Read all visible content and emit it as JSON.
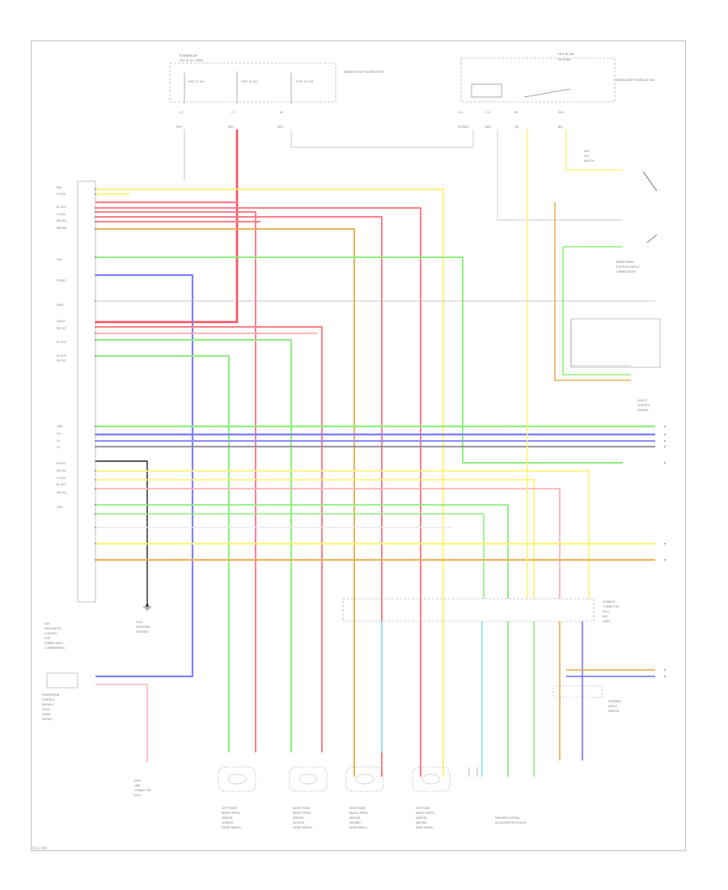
{
  "diagram": {
    "footer_code": "R/E 2006",
    "top_left_box": {
      "header": "FUSE/RELAY",
      "sub": "HOT AT ALL TIMES",
      "fuses": [
        "FUSE 31 10A",
        "FUSE 12 15A",
        "FUSE 13 7.5A"
      ],
      "side_note": "UNDER-HOOD FUSE/RELAY BOX",
      "pins": [
        "C3",
        "C1",
        "B3"
      ],
      "wires": [
        "WHT",
        "RED",
        "WHT"
      ]
    },
    "top_right_box": {
      "header": "HOT IN ON",
      "sub": "OR START",
      "note": "UNDER-DASH FUSE/RELAY BOX",
      "pins": [
        "C12",
        "C11",
        "B3",
        "D28"
      ],
      "wires": [
        "YEL/RED",
        "BRN",
        "YEL",
        "BLK"
      ]
    },
    "ecm_pins": [
      "IMA",
      "FL-VSS",
      "RL-VSS",
      "FL-VSS",
      "RR-VSS",
      "BRKSW",
      "VSA",
      "STARTS",
      "CAN-L",
      "CAN-H",
      "RR-OUT",
      "RL-OUT",
      "FL-OUT",
      "FR-OUT",
      "GND",
      "IG1",
      "LG",
      "LG",
      "FR-VSS",
      "RR-VSS",
      "FL-VSS",
      "RL-VSS",
      "MR-VSS",
      "GND"
    ],
    "ecm_label": [
      "VSA",
      "MODULATOR-",
      "CONTROL",
      "UNIT",
      "(UNDER-DASH",
      "COMPARTMENT)"
    ],
    "ground_label": [
      "G101",
      "(EXTERNAL",
      "GROUND)"
    ],
    "rear_module": [
      "POWERTRAIN",
      "CONTROL",
      "MODULE",
      "(PCM)",
      "(REAR-",
      "FACING)"
    ],
    "data_link": [
      "DATA",
      "LINK",
      "CONNECTOR",
      "(DLC)"
    ],
    "harness_connector": [
      "HARNESS",
      "CONNECTOR",
      "(DLC)",
      "BUS",
      "LINES"
    ],
    "brake_switch": [
      "BRAKE PEDAL",
      "POSITION SWITCH",
      "(UNDER-DASH)"
    ],
    "vsa_switch": [
      "VSA",
      "OFF",
      "SWITCH"
    ],
    "gauge_panel": [
      "GAUGE",
      "CONTROL",
      "MODULE"
    ],
    "sensors": [
      {
        "name": "LEFT FRONT WHEEL SPEED SENSOR",
        "lines": [
          "LEFT FRONT",
          "WHEEL SPEED",
          "SENSOR",
          "(ACROSS",
          "FRONT WHEEL)"
        ]
      },
      {
        "name": "RIGHT FRONT WHEEL SPEED SENSOR",
        "lines": [
          "RIGHT FRONT",
          "WHEEL SPEED",
          "SENSOR",
          "(ACROSS",
          "FRONT WHEEL)"
        ]
      },
      {
        "name": "RIGHT REAR WHEEL SPEED SENSOR",
        "lines": [
          "RIGHT REAR",
          "WHEEL SPEED",
          "SENSOR",
          "(BEHIND",
          "REAR WHEEL)"
        ]
      },
      {
        "name": "LEFT REAR WHEEL SPEED SENSOR",
        "lines": [
          "LEFT REAR",
          "WHEEL SPEED",
          "SENSOR",
          "(BEHIND",
          "REAR WHEEL)"
        ]
      }
    ],
    "yaw_sensor": [
      "YAW RATE/LATERAL",
      "ACCELERATION SENSOR"
    ],
    "steering": [
      "STEERING",
      "ANGLE",
      "SENSOR"
    ],
    "wire_colors": {
      "red": "#ff7f8a",
      "yellow": "#fff27a",
      "green": "#8dee7d",
      "blue": "#7f7fff",
      "orange": "#e8b25a",
      "pink": "#ffb3b8",
      "gray": "#b8b8b8",
      "cyan": "#86f0f0",
      "dark": "#222222"
    }
  }
}
